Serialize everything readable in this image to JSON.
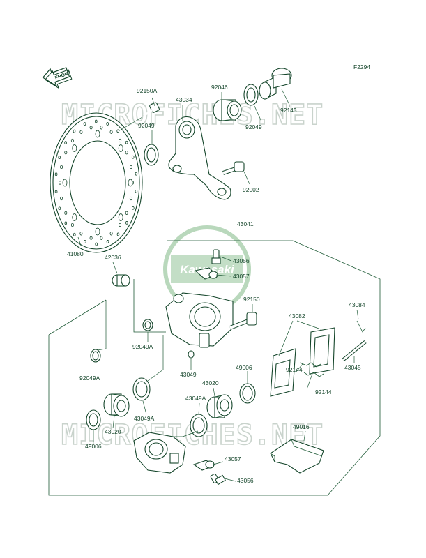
{
  "diagram_code": "F2294",
  "front_arrow_label": "FRONT",
  "watermark_text": "MICROFICHES.NET",
  "brand_logo_text": "Kawasaki",
  "colors": {
    "line": "#14452a",
    "watermark": "#c9d3cc",
    "logo": "#b9d8bc"
  },
  "part_labels": [
    "92150A",
    "43034",
    "92046",
    "92049",
    "92143",
    "92049",
    "92002",
    "41080",
    "43041",
    "42036",
    "43056",
    "43057",
    "92150",
    "43084",
    "43082",
    "92144",
    "92144",
    "92049A",
    "43045",
    "43049",
    "49006",
    "92049A",
    "43020",
    "43049A",
    "43049A",
    "43020",
    "49016",
    "49006",
    "43057",
    "43056"
  ]
}
